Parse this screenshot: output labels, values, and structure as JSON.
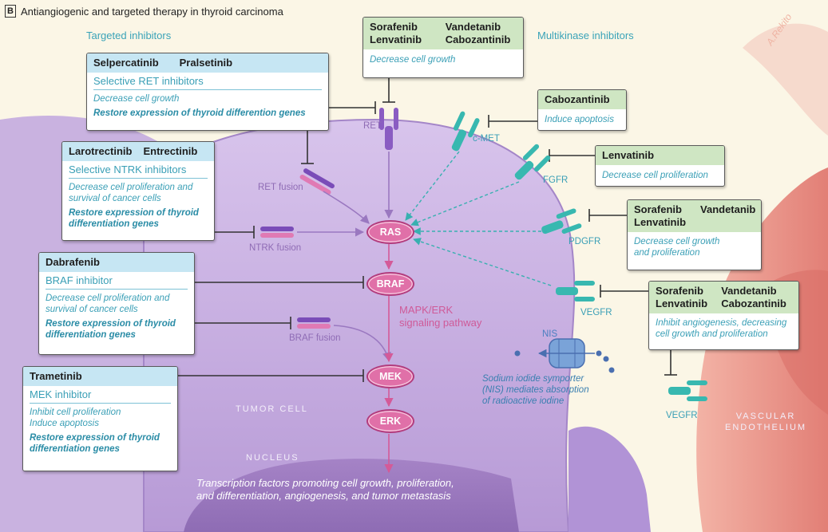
{
  "figure": {
    "letter": "B",
    "title": "Antiangiogenic and targeted therapy in thyroid carcinoma",
    "signature": "A.Rekito"
  },
  "sections": {
    "targeted": "Targeted inhibitors",
    "multikinase": "Multikinase inhibitors"
  },
  "boxes": {
    "ret": {
      "drugs": [
        "Selpercatinib",
        "Pralsetinib"
      ],
      "sub": "Selective RET inhibitors",
      "effects": [
        "Decrease cell growth"
      ],
      "restore": "Restore expression of thyroid differention genes"
    },
    "ntrk": {
      "drugs": [
        "Larotrectinib",
        "Entrectinib"
      ],
      "sub": "Selective NTRK inhibitors",
      "effects": [
        "Decrease cell proliferation and",
        "survival of cancer cells"
      ],
      "restore": [
        "Restore expression of thyroid",
        "differentiation genes"
      ]
    },
    "braf": {
      "drugs": [
        "Dabrafenib"
      ],
      "sub": "BRAF inhibitor",
      "effects": [
        "Decrease cell proliferation and",
        "survival of cancer cells"
      ],
      "restore": [
        "Restore expression of thyroid",
        "differentiation genes"
      ]
    },
    "mek": {
      "drugs": [
        "Trametinib"
      ],
      "sub": "MEK inhibitor",
      "effects": [
        "Inhibit cell proliferation",
        "Induce apoptosis"
      ],
      "restore": [
        "Restore expression of thyroid",
        "differentiation genes"
      ]
    },
    "mk_top": {
      "drugs": [
        "Sorafenib",
        "Vandetanib",
        "Lenvatinib",
        "Cabozantinib"
      ],
      "effect": "Decrease cell growth"
    },
    "cabo": {
      "drugs": [
        "Cabozantinib"
      ],
      "effect": "Induce apoptosis"
    },
    "lenva": {
      "drugs": [
        "Lenvatinib"
      ],
      "effect": "Decrease cell proliferation"
    },
    "sor_van": {
      "drugs": [
        "Sorafenib",
        "Vandetanib",
        "Lenvatinib"
      ],
      "effects": [
        "Decrease cell growth",
        "and proliferation"
      ]
    },
    "sor_van_len_cab": {
      "drugs": [
        "Sorafenib",
        "Vandetanib",
        "Lenvatinib",
        "Cabozantinib"
      ],
      "effects": [
        "Inhibit angiogenesis, decreasing",
        "cell growth and proliferation"
      ]
    }
  },
  "receptors": {
    "ret": "RET",
    "cmet": "c-MET",
    "fgfr": "FGFR",
    "pdgfr": "PDGFR",
    "vegfr": "VEGFR",
    "vegfr2": "VEGFR",
    "nis": "NIS"
  },
  "fusions": {
    "ret": "RET fusion",
    "ntrk": "NTRK fusion",
    "braf": "BRAF fusion"
  },
  "nodes": {
    "ras": "RAS",
    "braf": "BRAF",
    "mek": "MEK",
    "erk": "ERK"
  },
  "pathway": [
    "MAPK/ERK",
    "signaling pathway"
  ],
  "regions": {
    "tumor": "TUMOR CELL",
    "nucleus": "NUCLEUS",
    "vascular": [
      "VASCULAR",
      "ENDOTHELIUM"
    ]
  },
  "nis_text": [
    "Sodium iodide symporter",
    "(NIS) mediates absorption",
    "of radioactive iodine"
  ],
  "transcription": [
    "Transcription factors promoting cell growth, proliferation,",
    "and differentiation, angiogenesis, and tumor metastasis"
  ],
  "colors": {
    "blue_header": "#c6e6f3",
    "green_header": "#cfe6c3",
    "teal_text": "#3a9fb6",
    "node_pink": "#e070a8",
    "cell_purple": "#b89ad8",
    "receptor_teal": "#38b8b0",
    "receptor_purple": "#8a5cc2",
    "vessel_pink": "#e98a80"
  }
}
